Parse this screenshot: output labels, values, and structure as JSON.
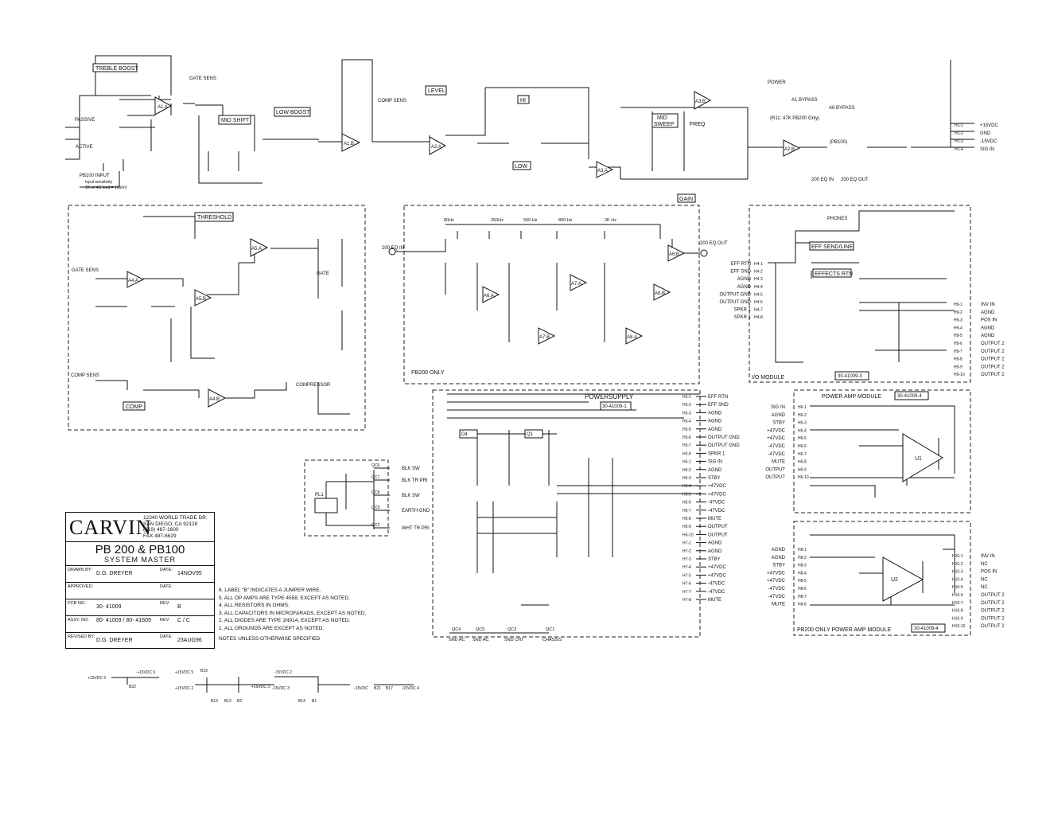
{
  "title_block": {
    "brand": "CARVIN",
    "address": [
      "12340 WORLD TRADE DR.",
      "SAN DIEGO, CA 92128",
      "(619) 487-1600",
      "FAX 487-6629"
    ],
    "model": "PB 200 & PB100",
    "subtitle": "SYSTEM  MASTER",
    "rows": [
      {
        "k": "DRAWN BY:",
        "v": "D.G. DREYER",
        "k2": "DATE:",
        "v2": "14NOV95"
      },
      {
        "k": "APPROVED:",
        "v": "",
        "k2": "DATE:",
        "v2": ""
      },
      {
        "k": "PCB NO:",
        "v": "30- 41009",
        "k2": "REV:",
        "v2": "B"
      },
      {
        "k": "ASSY. NO:",
        "v": "80- 41009 / 80- 41609",
        "k2": "REV:",
        "v2": "C / C"
      },
      {
        "k": "REVISED BY:",
        "v": "D.G. DREYER",
        "k2": "DATE:",
        "v2": "23AUG96"
      }
    ]
  },
  "notes": [
    "6.  LABEL \"B\" INDICATES A JUMPER WIRE.",
    "5.  ALL OP AMPS ARE TYPE 4558, EXCEPT AS NOTED.",
    "4.  ALL RESISTORS IN OHMS.",
    "3.  ALL CAPACITORS IN MICROFARADS, EXCEPT AS NOTED.",
    "2.  ALL DIODES ARE TYPE 1N914, EXCEPT AS NOTED.",
    "1.  ALL GROUNDS ARE   EXCEPT AS NOTED.",
    "NOTES UNLESS OTHERWISE SPECIFIED"
  ],
  "section_labels": {
    "treble": "TREBLE BOOST",
    "mid_shift": "MID SHIFT",
    "low_boost": "LOW BOOST",
    "level": "LEVEL",
    "hi": "HI",
    "low": "LOW",
    "mid_sweep": "MID SWEEP",
    "gain": "GAIN",
    "threshold": "THRESHOLD",
    "comp": "COMP",
    "pb200_only": "PB200  ONLY",
    "powersupply": "POWERSUPPLY",
    "powersupply_pn": "30-41009-1",
    "io_module": "I/O MODULE",
    "io_pn": "30-41009-3",
    "pam": "POWER  AMP MODULE",
    "pam_pn": "30-41009-4",
    "pam2": "PB200  ONLY   POWER  AMP MODULE",
    "pam2_pn": "30-41009-4",
    "effects_rtn": "EFFECTS RTN",
    "eff_send_line": "EFF SEND/LINE",
    "phones": "PHONES",
    "freq": "FREQ",
    "gate_sens": "GATE SENS",
    "comp_sens": "COMP SENS",
    "passive": "PASSIVE",
    "active": "ACTIVE",
    "pb100_input": "PB100  INPUT",
    "input_sens": "Input sensitivity",
    "input_sens2": "1K w/ 4Ω load = 165mV",
    "eq_in": "200 EQ IN",
    "eq_out": "200 EQ OUT",
    "compressor": "COMPRESSOR",
    "gate": "GATE",
    "power": "POWER",
    "a1_bypass": "A1 BYPASS",
    "a6_bypass": "A6 BYPASS",
    "r11_note": "(R11: 47K PB200 Only)",
    "pb100": "(PB100)"
  },
  "eq_bands": [
    "80Hz",
    "250Hz",
    "500 Hz",
    "800 Hz",
    "2K Hz"
  ],
  "header_outputs": [
    "+15VDC",
    "GND",
    "-15VDC",
    "SIG IN"
  ],
  "header_outputs_pins": [
    "H1-1",
    "H1-2",
    "H1-3",
    "H1-4"
  ],
  "psu_pins": [
    "H3-1",
    "H3-2",
    "H3-3",
    "H3-4",
    "H3-5",
    "H3-6",
    "H3-7",
    "H3-8",
    "H5-1",
    "H5-2",
    "H5-3",
    "H5-4",
    "H5-5",
    "H5-6",
    "H5-7",
    "H5-8",
    "H5-9",
    "H5-10",
    "H7-1",
    "H7-2",
    "H7-3",
    "H7-4",
    "H7-5",
    "H7-6",
    "H7-7",
    "H7-8"
  ],
  "psu_signals": [
    "EFF RTN",
    "EFF SND",
    "AGND",
    "AGND",
    "AGND",
    "OUTPUT GND",
    "OUTPUT GND",
    "SPKR 1",
    "SIG IN",
    "AGND",
    "STBY",
    "+47VDC",
    "+47VDC",
    "-47VDC",
    "-47VDC",
    "MUTE",
    "OUTPUT",
    "OUTPUT",
    "AGND",
    "AGND",
    "STBY",
    "+47VDC",
    "+47VDC",
    "-47VDC",
    "-47VDC",
    "MUTE"
  ],
  "io_left_pins": [
    "H4-1",
    "H4-2",
    "H4-3",
    "H4-4",
    "H4-5",
    "H4-6",
    "H4-7",
    "H4-8"
  ],
  "io_left": [
    "EFF RTN",
    "EFF SND",
    "AGND",
    "AGND",
    "OUTPUT GND",
    "OUTPUT GND",
    "SPKR 1",
    "SPKR 1"
  ],
  "io_right_pins": [
    "H9-1",
    "H9-2",
    "H9-3",
    "H9-4",
    "H9-5",
    "H9-6",
    "H9-7",
    "H9-8",
    "H9-9",
    "H9-10"
  ],
  "io_right": [
    "INV IN",
    "AGND",
    "POS IN",
    "AGND",
    "AGND",
    "OUTPUT 2",
    "OUTPUT 2",
    "OUTPUT 2",
    "OUTPUT 2",
    "OUTPUT 2"
  ],
  "pam_left_pins": [
    "H6-1",
    "H6-2",
    "H6-3",
    "H6-4",
    "H6-5",
    "H6-6",
    "H6-7",
    "H6-8",
    "H6-9",
    "H6-10"
  ],
  "pam_left": [
    "SIG IN",
    "AGND",
    "STBY",
    "+47VDC",
    "+47VDC",
    "-47VDC",
    "-47VDC",
    "MUTE",
    "OUTPUT",
    "OUTPUT"
  ],
  "pam2_left_pins": [
    "H8-1",
    "H8-2",
    "H8-3",
    "H8-4",
    "H8-5",
    "H8-6",
    "H8-7",
    "H8-8"
  ],
  "pam2_left": [
    "AGND",
    "AGND",
    "STBY",
    "+47VDC",
    "+47VDC",
    "-47VDC",
    "-47VDC",
    "MUTE"
  ],
  "pam2_right_pins": [
    "H10-1",
    "H10-2",
    "H10-3",
    "H10-4",
    "H10-5",
    "H10-6",
    "H10-7",
    "H10-8",
    "H10-9",
    "H10-10"
  ],
  "pam2_right": [
    "INV IN",
    "NC",
    "POS IN",
    "NC",
    "NC",
    "OUTPUT 2",
    "OUTPUT 2",
    "OUTPUT 2",
    "OUTPUT 2",
    "OUTPUT 2"
  ],
  "qc_labels": [
    "QC6",
    "QC7",
    "QC8",
    "QC9",
    "QC2"
  ],
  "qc_signals": [
    "BLK SW",
    "BLK TR PRI",
    "BLK SW",
    "EARTH GND",
    "WHT TR PRI"
  ],
  "bottom_qc": [
    "QC4",
    "QC5",
    "QC3",
    "QC1"
  ],
  "bottom_qc_labels": [
    "SND AC",
    "SND AC",
    "SND CNT",
    "CHASSIS"
  ],
  "jumper_labels": [
    "+15VDC 6",
    "+15VDC 5",
    "B22",
    "+15VDC 5",
    "+15VDC 2",
    "B19",
    "B13",
    "B12",
    "B2",
    "+15VDC 3",
    "-15VDC 2",
    "-15VDC 3",
    "B14",
    "B1",
    "-15VDC",
    "B21",
    "B17",
    "-15VDC 4"
  ]
}
